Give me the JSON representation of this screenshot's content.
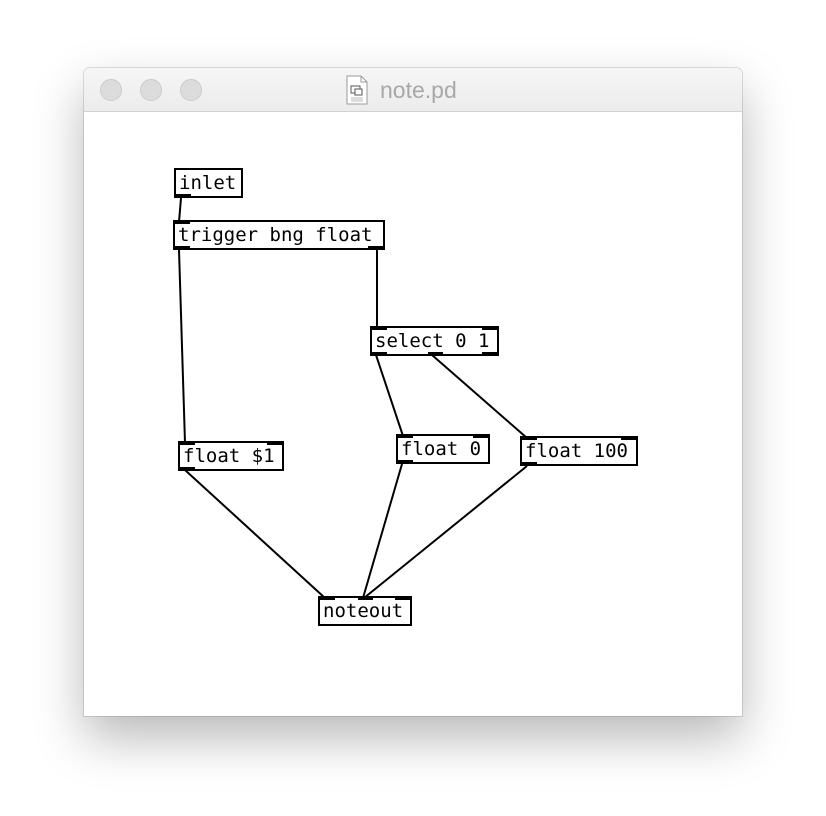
{
  "window": {
    "title": "note.pd",
    "icon": "pd-document-icon"
  },
  "patch": {
    "objects": {
      "inlet": "inlet",
      "trigger": "trigger bng float",
      "select": "select 0 1",
      "float_arg": "float $1",
      "float_zero": "float 0",
      "float_hundred": "float 100",
      "noteout": "noteout"
    }
  },
  "colors": {
    "window_bg": "#ffffff",
    "titlebar": "#ececec",
    "title_text": "#a8a8a8",
    "object_border": "#000000"
  }
}
